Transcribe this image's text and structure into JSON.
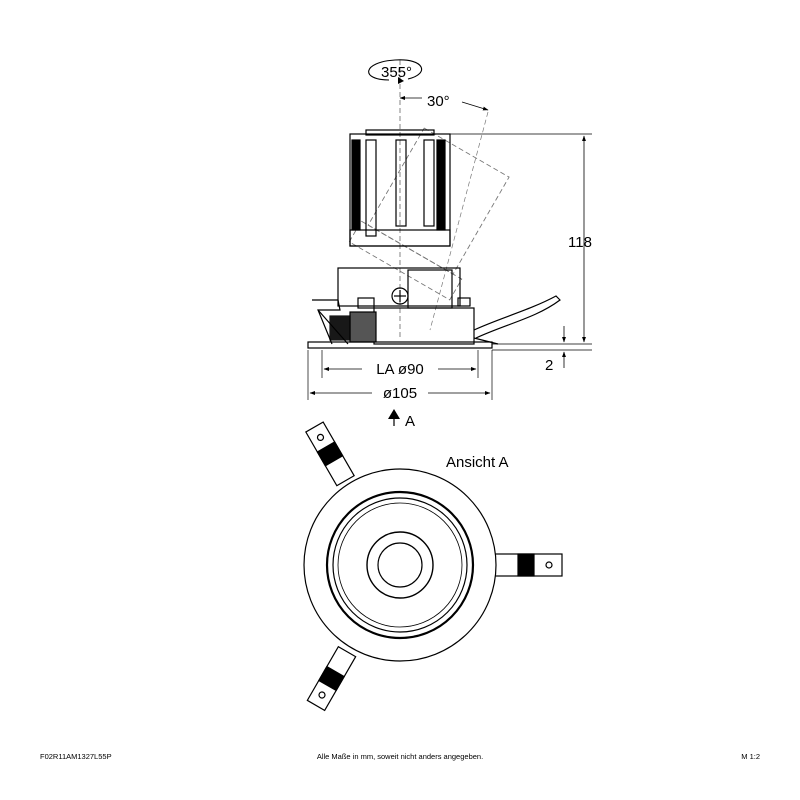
{
  "labels": {
    "rotation": "355°",
    "tilt": "30°",
    "height": "118",
    "flange": "2",
    "cutout": "LA ø90",
    "outer_diameter": "ø105",
    "view_arrow": "A",
    "view_title": "Ansicht A"
  },
  "footer": {
    "code": "F02R11AM1327L55P",
    "note": "Alle Maße in mm, soweit nicht anders angegeben.",
    "scale": "M 1:2"
  },
  "colors": {
    "line": "#000000",
    "hidden": "#777777",
    "background": "#ffffff"
  }
}
